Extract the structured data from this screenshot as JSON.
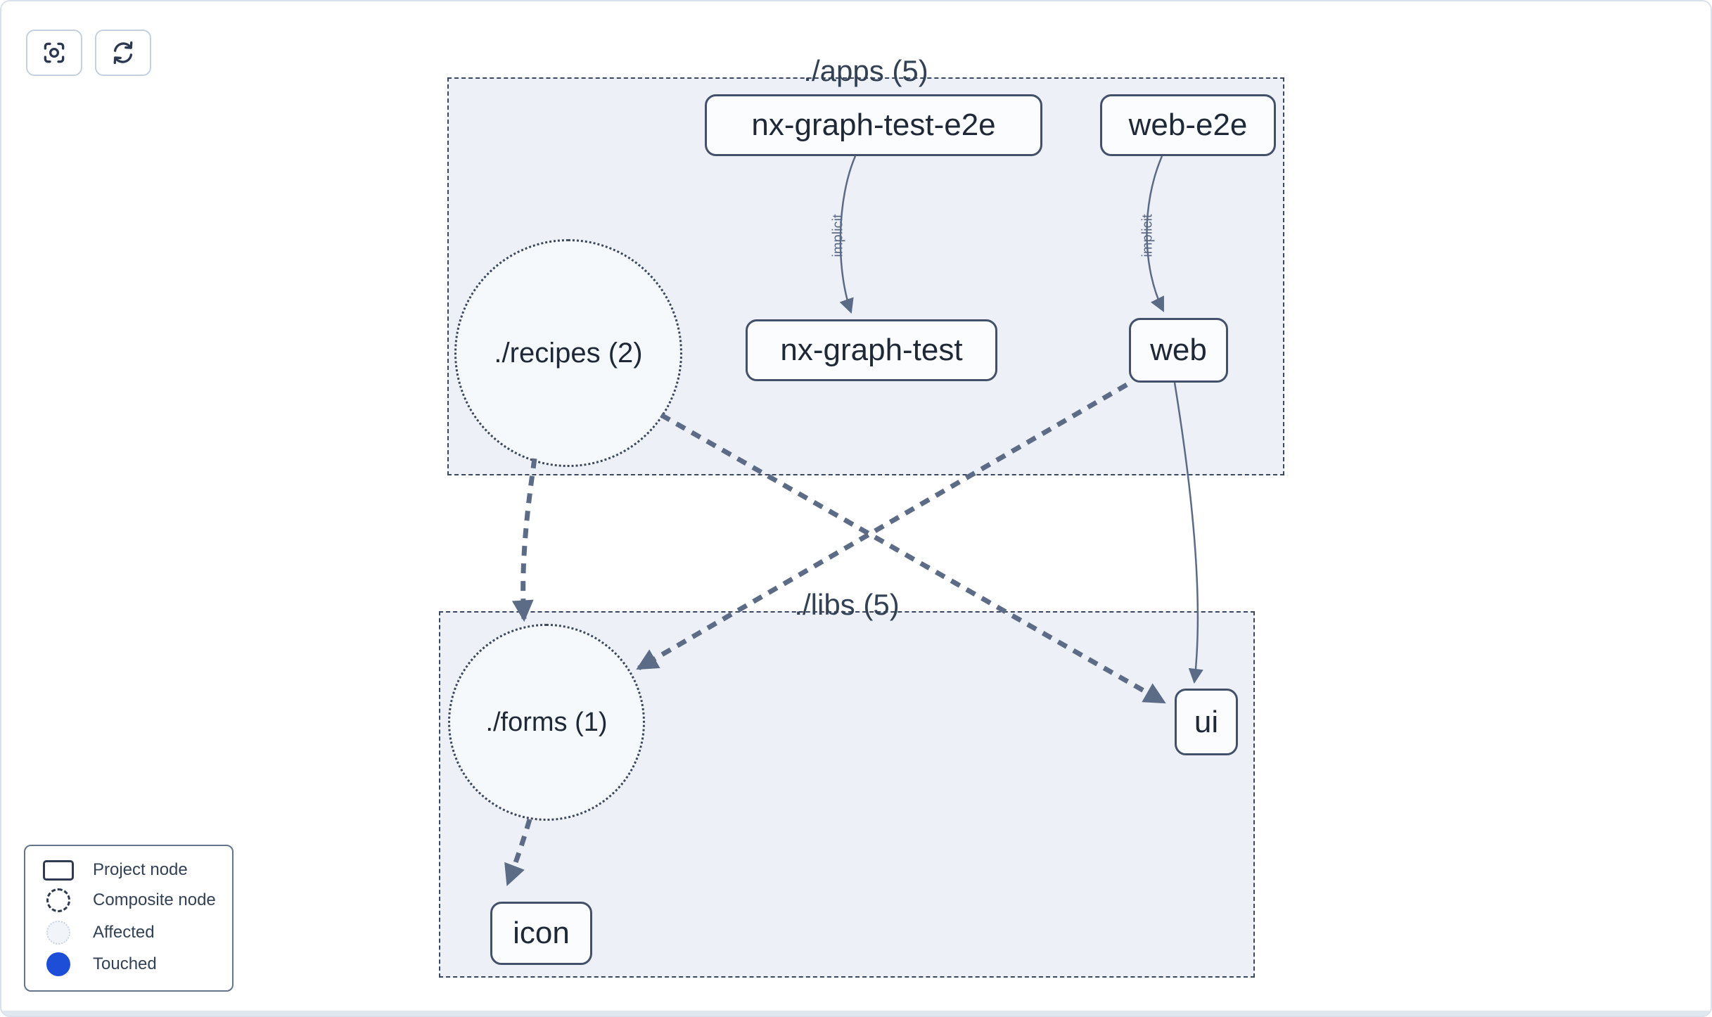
{
  "toolbar": {
    "buttons": [
      {
        "name": "zoom-to-fit",
        "icon": "focus-icon"
      },
      {
        "name": "refresh",
        "icon": "refresh-icon"
      }
    ]
  },
  "graph": {
    "groups": [
      {
        "id": "apps",
        "label": "./apps (5)"
      },
      {
        "id": "libs",
        "label": "./libs (5)"
      }
    ],
    "composite_nodes": [
      {
        "id": "recipes",
        "label": "./recipes (2)",
        "group": "apps"
      },
      {
        "id": "forms",
        "label": "./forms (1)",
        "group": "libs"
      }
    ],
    "project_nodes": [
      {
        "id": "nx-graph-test-e2e",
        "label": "nx-graph-test-e2e",
        "group": "apps"
      },
      {
        "id": "web-e2e",
        "label": "web-e2e",
        "group": "apps"
      },
      {
        "id": "nx-graph-test",
        "label": "nx-graph-test",
        "group": "apps"
      },
      {
        "id": "web",
        "label": "web",
        "group": "apps"
      },
      {
        "id": "ui",
        "label": "ui",
        "group": "libs"
      },
      {
        "id": "icon",
        "label": "icon",
        "group": "libs"
      }
    ],
    "edges": [
      {
        "from": "nx-graph-test-e2e",
        "to": "nx-graph-test",
        "label": "implicit",
        "style": "solid-thin"
      },
      {
        "from": "web-e2e",
        "to": "web",
        "label": "implicit",
        "style": "solid-thin"
      },
      {
        "from": "./recipes (2)",
        "to": "./forms (1)",
        "label": "",
        "style": "dashed-thick"
      },
      {
        "from": "./recipes (2)",
        "to": "ui",
        "label": "",
        "style": "dashed-thick"
      },
      {
        "from": "web",
        "to": "./forms (1)",
        "label": "",
        "style": "dashed-thick"
      },
      {
        "from": "web",
        "to": "ui",
        "label": "",
        "style": "solid-thin"
      },
      {
        "from": "./forms (1)",
        "to": "icon",
        "label": "",
        "style": "dashed-thick"
      }
    ]
  },
  "legend": {
    "items": [
      {
        "label": "Project node",
        "icon": "project-node-swatch"
      },
      {
        "label": "Composite node",
        "icon": "composite-node-swatch"
      },
      {
        "label": "Affected",
        "icon": "affected-swatch"
      },
      {
        "label": "Touched",
        "icon": "touched-swatch",
        "color": "#1d4ed8"
      }
    ]
  },
  "colors": {
    "group_background": "#edf1f7",
    "group_border": "#3b475c",
    "node_background": "#fbfcfe",
    "node_border": "#42506a",
    "node_text": "#1e2836",
    "edge": "#5c6b85",
    "label_text": "#334155",
    "touched_blue": "#1d4ed8",
    "page_border": "#dbe1ec"
  }
}
